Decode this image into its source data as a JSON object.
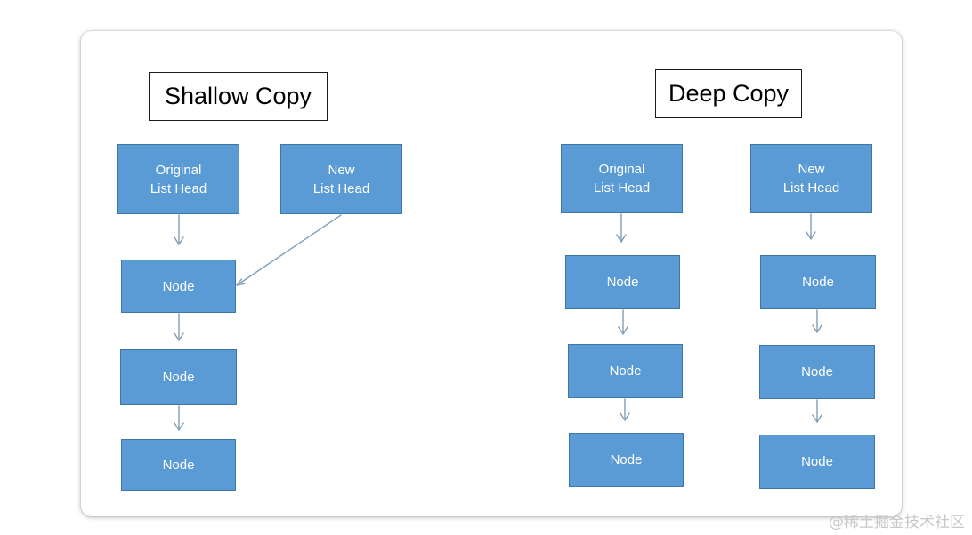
{
  "diagram": {
    "shallow": {
      "title": "Shallow Copy",
      "original_head": [
        "Original",
        "List Head"
      ],
      "new_head": [
        "New",
        "List Head"
      ],
      "nodes": [
        "Node",
        "Node",
        "Node"
      ]
    },
    "deep": {
      "title": "Deep Copy",
      "original_head": [
        "Original",
        "List Head"
      ],
      "new_head": [
        "New",
        "List Head"
      ],
      "original_nodes": [
        "Node",
        "Node",
        "Node"
      ],
      "new_nodes": [
        "Node",
        "Node",
        "Node"
      ]
    }
  },
  "watermark": "@稀土掘金技术社区",
  "colors": {
    "node_fill": "#5a9bd5",
    "node_border": "#3f76a8",
    "node_text": "#ffffff",
    "arrow": "#7f9fb8",
    "title_border": "#1a1a1a"
  }
}
